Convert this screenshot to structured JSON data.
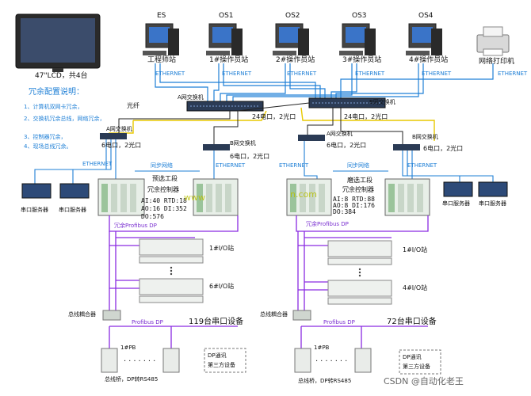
{
  "top": {
    "lcd_label": "47\"LCD，共4台",
    "stations": [
      {
        "label": "ES",
        "sub": "工程师站"
      },
      {
        "label": "OS1",
        "sub": "1#操作员站"
      },
      {
        "label": "OS2",
        "sub": "2#操作员站"
      },
      {
        "label": "OS3",
        "sub": "3#操作员站"
      },
      {
        "label": "OS4",
        "sub": "4#操作员站"
      }
    ],
    "printer": "网络打印机",
    "ethernet": "ETHERNET"
  },
  "redundancy": {
    "title": "冗余配置说明：",
    "items": [
      "1、计算机双网卡冗余，",
      "2、交换机冗余总线，网络冗余，",
      "3、控制器冗余，",
      "4、现场总线冗余。"
    ]
  },
  "switches": {
    "fiber": "光纤",
    "a_main": "A网交换机",
    "b_main": "B网交换机",
    "ports_main": "24电口，2光口",
    "a_sub": "A网交换机",
    "b_sub": "B网交换机",
    "ports_sub": "6电口，2光口",
    "sync": "同步网络"
  },
  "left": {
    "section": "预选工段",
    "controller": "冗余控制器",
    "io": [
      "AI:40 RTD:18",
      "AO:16 DI:352",
      "DO:576"
    ],
    "serial_server": "串口服务器",
    "profibus": "冗余Profibus DP",
    "io_station_1": "1#I/O站",
    "io_station_n": "6#I/O站",
    "coupler": "总线耦合器",
    "dp": "Profibus DP",
    "devices": "119台串口设备",
    "pb": "1#PB",
    "converter": "总线桥，DP转RS485",
    "third_party": [
      "DP通讯",
      "第三方设备"
    ]
  },
  "right": {
    "section": "磨选工段",
    "controller": "冗余控制器",
    "io": [
      "AI:8 RTD:88",
      "AO:8 DI:176",
      "DO:384"
    ],
    "serial_server": "串口服务器",
    "profibus": "冗余Profibus DP",
    "io_station_1": "1#I/O站",
    "io_station_n": "4#I/O站",
    "coupler": "总线耦合器",
    "dp": "Profibus DP",
    "devices": "72台串口设备",
    "pb": "1#PB",
    "converter": "总线桥，DP转RS485",
    "third_party": [
      "DP通讯",
      "第三方设备"
    ]
  },
  "watermark": {
    "mid_left": "www",
    "mid_right": "n.com",
    "credit": "CSDN @自动化老王"
  }
}
